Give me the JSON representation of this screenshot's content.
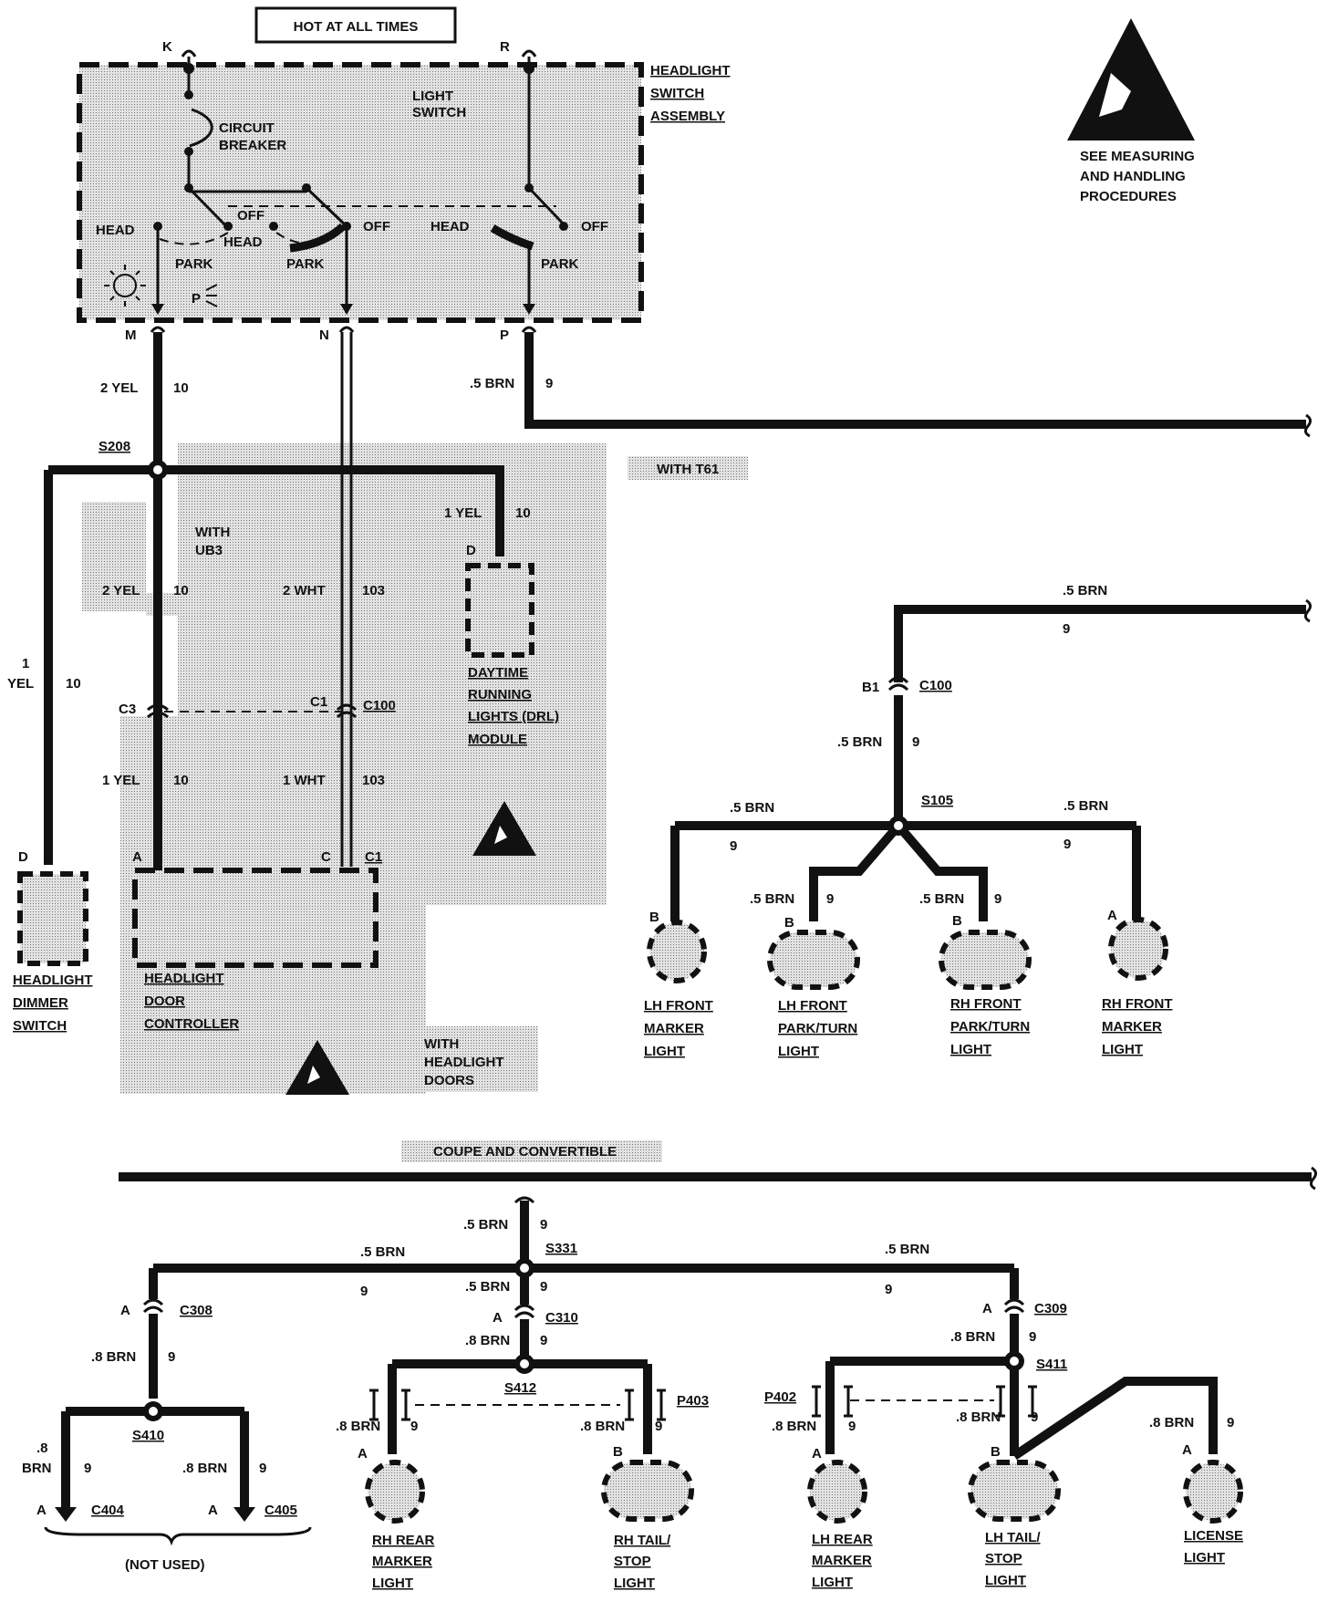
{
  "labels": {
    "hot_at_all_times": "HOT AT ALL TIMES",
    "term_k": "K",
    "term_r": "R",
    "hs_assembly_1": "HEADLIGHT",
    "hs_assembly_2": "SWITCH",
    "hs_assembly_3": "ASSEMBLY",
    "light_switch_1": "LIGHT",
    "light_switch_2": "SWITCH",
    "circuit_breaker_1": "CIRCUIT",
    "circuit_breaker_2": "BREAKER",
    "sw_head_1": "HEAD",
    "sw_off_1": "OFF",
    "sw_head_2": "HEAD",
    "sw_park_1": "PARK",
    "sw_off_2": "OFF",
    "sw_park_2": "PARK",
    "sw_head_3": "HEAD",
    "sw_off_3": "OFF",
    "sw_park_3": "PARK",
    "park_symbol": "P",
    "esd_1": "SEE MEASURING",
    "esd_2": "AND HANDLING",
    "esd_3": "PROCEDURES",
    "term_m": "M",
    "term_n": "N",
    "term_p": "P",
    "w_2yel": "2 YEL",
    "w_10a": "10",
    "w_5brn_a": ".5 BRN",
    "w_9a": "9",
    "s208": "S208",
    "with_t61": "WITH T61",
    "w_1yel_a": "1 YEL",
    "w_10b": "10",
    "with_ub3_1": "WITH",
    "with_ub3_2": "UB3",
    "w_2yel_b": "2 YEL",
    "w_10c": "10",
    "w_2wht": "2 WHT",
    "w_103a": "103",
    "drl_term_d": "D",
    "drl_1": "DAYTIME",
    "drl_2": "RUNNING",
    "drl_3": "LIGHTS (DRL)",
    "drl_4": "MODULE",
    "w_1_yel_1": "1",
    "w_1_yel_2": "YEL",
    "w_10d": "10",
    "c3": "C3",
    "c1": "C1",
    "c100": "C100",
    "w_1yel_b": "1 YEL",
    "w_10e": "10",
    "w_1wht": "1 WHT",
    "w_103b": "103",
    "dim_term_d": "D",
    "hdc_a": "A",
    "hdc_c": "C",
    "hdc_c1": "C1",
    "dimmer_1": "HEADLIGHT",
    "dimmer_2": "DIMMER",
    "dimmer_3": "SWITCH",
    "hdc_1": "HEADLIGHT",
    "hdc_2": "DOOR",
    "hdc_3": "CONTROLLER",
    "with_hd_1": "WITH",
    "with_hd_2": "HEADLIGHT",
    "with_hd_3": "DOORS",
    "f_5brn_top": ".5 BRN",
    "f_9_top": "9",
    "b1": "B1",
    "f_c100": "C100",
    "f_5brn_v": ".5 BRN",
    "f_9_v": "9",
    "s105": "S105",
    "f_5brn_l": ".5 BRN",
    "f_9_l": "9",
    "f_5brn_r": ".5 BRN",
    "f_9_r": "9",
    "f_5brn_ml": ".5 BRN",
    "f_9_ml": "9",
    "f_5brn_mr": ".5 BRN",
    "f_9_mr": "9",
    "f_b1": "B",
    "f_b2": "B",
    "f_b3": "B",
    "f_a4": "A",
    "lhfm_1": "LH FRONT",
    "lhfm_2": "MARKER",
    "lhfm_3": "LIGHT",
    "lhfp_1": "LH FRONT",
    "lhfp_2": "PARK/TURN",
    "lhfp_3": "LIGHT",
    "rhfp_1": "RH FRONT",
    "rhfp_2": "PARK/TURN",
    "rhfp_3": "LIGHT",
    "rhfm_1": "RH FRONT",
    "rhfm_2": "MARKER",
    "rhfm_3": "LIGHT",
    "coupe": "COUPE AND CONVERTIBLE",
    "r_5brn_top": ".5 BRN",
    "r_9_top": "9",
    "s331": "S331",
    "r_5brn_l": ".5 BRN",
    "r_9_l": "9",
    "r_5brn_r": ".5 BRN",
    "r_9_r": "9",
    "r_5brn_c": ".5 BRN",
    "r_9_c": "9",
    "r_a_c310": "A",
    "c310": "C310",
    "r_a_c308": "A",
    "c308": "C308",
    "r_a_c309": "A",
    "c309": "C309",
    "r_8brn_c": ".8 BRN",
    "r_9_c2": "9",
    "s412": "S412",
    "r_8brn_l": ".8 BRN",
    "r_9_l2": "9",
    "s410": "S410",
    "r_8brn_r": ".8 BRN",
    "r_9_r2": "9",
    "s411": "S411",
    "p403": "P403",
    "p402": "P402",
    "r_8brn_a": ".8 BRN",
    "r_9_a": "9",
    "r_8brn_b": ".8 BRN",
    "r_9_b": "9",
    "r_8brn_d": ".8 BRN",
    "r_9_d": "9",
    "r_8brn_e": ".8 BRN",
    "r_9_e": "9",
    "r_8brn_f": ".8 BRN",
    "r_9_f": "9",
    "r_8_1": ".8",
    "r_8_2": "BRN",
    "r_9_g": "9",
    "r_8brn_h": ".8 BRN",
    "r_9_h": "9",
    "r_a_c404": "A",
    "c404": "C404",
    "r_a_c405": "A",
    "c405": "C405",
    "not_used": "(NOT USED)",
    "r_a_rm": "A",
    "r_b_rt": "B",
    "r_a_lm": "A",
    "r_b_lt": "B",
    "r_a_lic": "A",
    "rhrm_1": "RH REAR",
    "rhrm_2": "MARKER",
    "rhrm_3": "LIGHT",
    "rhts_1": "RH TAIL/",
    "rhts_2": "STOP",
    "rhts_3": "LIGHT",
    "lhrm_1": "LH REAR",
    "lhrm_2": "MARKER",
    "lhrm_3": "LIGHT",
    "lhts_1": "LH TAIL/",
    "lhts_2": "STOP",
    "lhts_3": "LIGHT",
    "lic_1": "LICENSE",
    "lic_2": "LIGHT"
  }
}
